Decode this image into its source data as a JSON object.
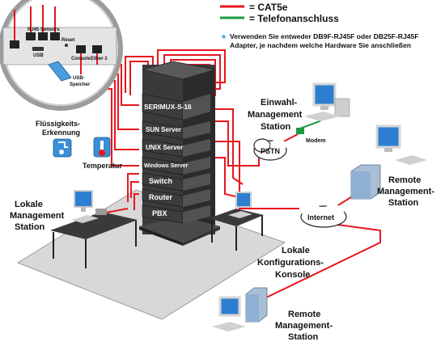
{
  "legend": {
    "cat5e_label": "= CAT5e",
    "telefon_label": "= Telefonanschluss",
    "note_line1": "Verwenden Sie entweder DB9F-RJ45F oder DB25F-RJ45F",
    "note_line2": "Adapter, je nachdem welche Hardware Sie anschließen",
    "note_marker": "*",
    "colors": {
      "cat5e": "#e8161d",
      "telefon": "#1a9a3c"
    }
  },
  "inset": {
    "rj45_sensors": "RJ45 Sensors",
    "reset": "Reset",
    "usb": "USB",
    "console": "Console",
    "ether": "Ether-1",
    "usb_storage_line1": "USB-",
    "usb_storage_line2": "Speicher"
  },
  "rack": {
    "units": [
      "SERIMUX-S-16",
      "SUN Server",
      "UNIX Server",
      "Windows Server",
      "Switch",
      "Router",
      "PBX"
    ]
  },
  "sensors": {
    "fluid_line1": "Flüssigkeits-",
    "fluid_line2": "Erkennung",
    "temperature": "Temperatur"
  },
  "labels": {
    "dialin_line1": "Einwahl-",
    "dialin_line2": "Management",
    "dialin_line3": "Station",
    "modem": "Modem",
    "pstn": "PSTN",
    "internet": "Internet",
    "remote_top_line1": "Remote",
    "remote_top_line2": "Management-",
    "remote_top_line3": "Station",
    "local_mgmt_line1": "Lokale",
    "local_mgmt_line2": "Management",
    "local_mgmt_line3": "Station",
    "local_cfg_line1": "Lokale",
    "local_cfg_line2": "Konfigurations-",
    "local_cfg_line3": "Konsole",
    "remote_bottom_line1": "Remote",
    "remote_bottom_line2": "Management-",
    "remote_bottom_line3": "Station"
  }
}
